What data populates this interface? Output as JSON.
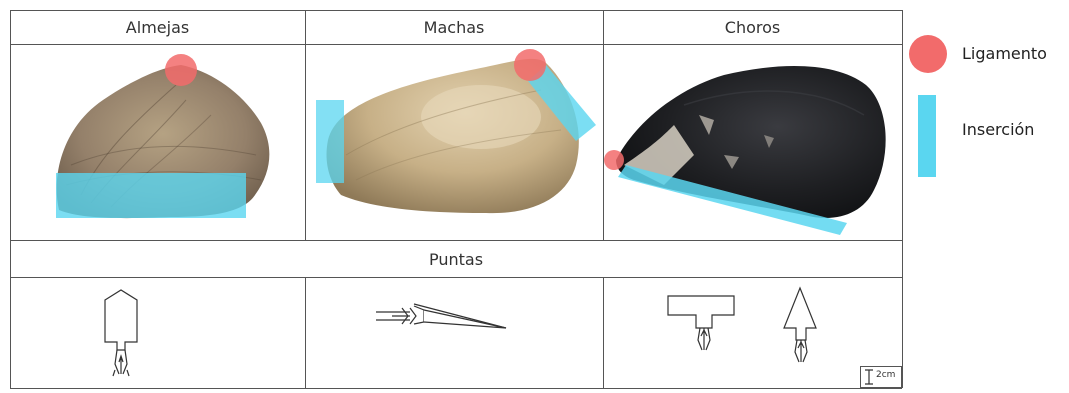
{
  "columns": [
    "Almejas",
    "Machas",
    "Choros"
  ],
  "row_title": "Puntas",
  "scale_label": "2cm",
  "legend": {
    "ligament_label": "Ligamento",
    "insertion_label": "Inserción"
  },
  "colors": {
    "ligament": "#f26b6b",
    "insertion": "#5ad6f0",
    "almeja_shell": "#9a8266",
    "macha_shell": "#c9b589",
    "choro_shell": "#1e1f22"
  }
}
